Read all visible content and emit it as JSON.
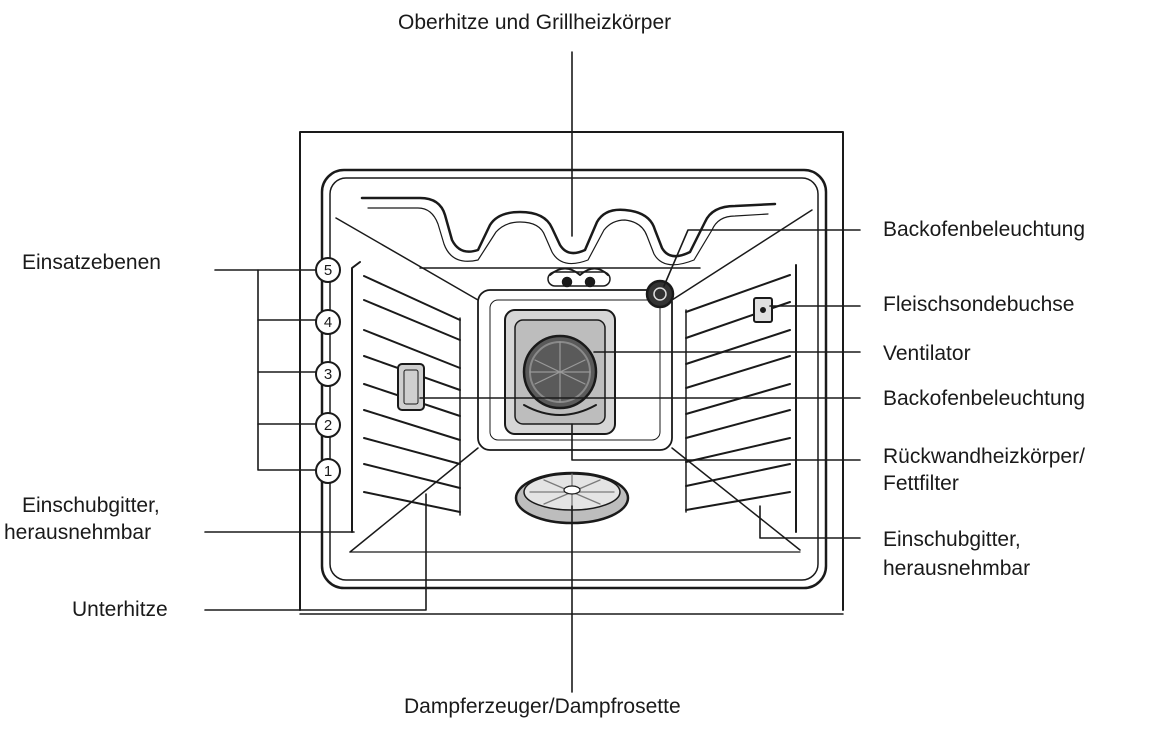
{
  "labels": {
    "top_heater": "Oberhitze und Grillheizkörper",
    "shelf_levels": "Einsatzebenen",
    "rack_left_line1": "Einschubgitter,",
    "rack_left_line2": "herausnehmbar",
    "bottom_heat": "Unterhitze",
    "light_top": "Backofenbeleuchtung",
    "probe_socket": "Fleischsondebuchse",
    "fan": "Ventilator",
    "light_side": "Backofenbeleuchtung",
    "rear_heater_line1": "Rückwandheizkörper/",
    "rear_heater_line2": "Fettfilter",
    "rack_right_line1": "Einschubgitter,",
    "rack_right_line2": "herausnehmbar",
    "steam": "Dampferzeuger/Dampfrosette"
  },
  "shelf_numbers": [
    "5",
    "4",
    "3",
    "2",
    "1"
  ]
}
